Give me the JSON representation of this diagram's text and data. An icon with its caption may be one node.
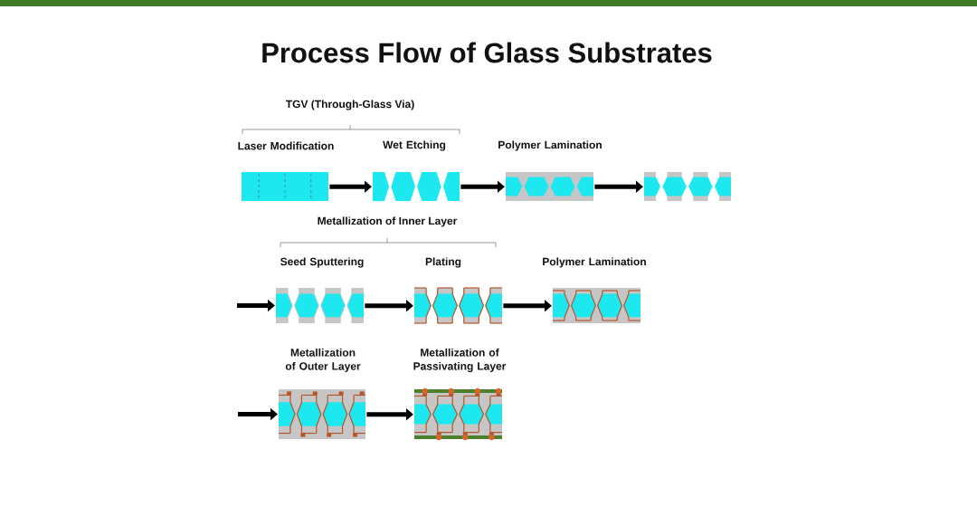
{
  "diagram": {
    "title": "Process Flow of Glass Substrates",
    "nodes": [
      {
        "text": [
          "Laser Modification"
        ]
      },
      {
        "text": [
          "Wet Etching"
        ]
      },
      {
        "text": [
          "Polymer Lamination"
        ]
      },
      {
        "text": [],
        "shape": "picture"
      },
      {
        "text": [
          "Seed Sputtering"
        ]
      },
      {
        "text": [
          "Plating"
        ]
      },
      {
        "text": [
          "Polymer Lamination"
        ]
      },
      {
        "text": [
          "Metallization of Outer Layer"
        ]
      },
      {
        "text": [
          "Metallization of Passivating Layer"
        ]
      }
    ],
    "edges": [
      {
        "from": 0,
        "to": 1,
        "arrow": "to"
      },
      {
        "from": 1,
        "to": 2,
        "arrow": "to"
      },
      {
        "from": 2,
        "to": 3,
        "arrow": "to"
      },
      {
        "from": null,
        "to": 4,
        "arrow": "to"
      },
      {
        "from": 4,
        "to": 5,
        "arrow": "to"
      },
      {
        "from": 5,
        "to": 6,
        "arrow": "to"
      },
      {
        "from": null,
        "to": 7,
        "arrow": "to"
      },
      {
        "from": 7,
        "to": 8,
        "arrow": "to"
      }
    ],
    "labels": [
      "TGV (Through-Glass Via)",
      "Metallization of Inner Layer"
    ]
  }
}
